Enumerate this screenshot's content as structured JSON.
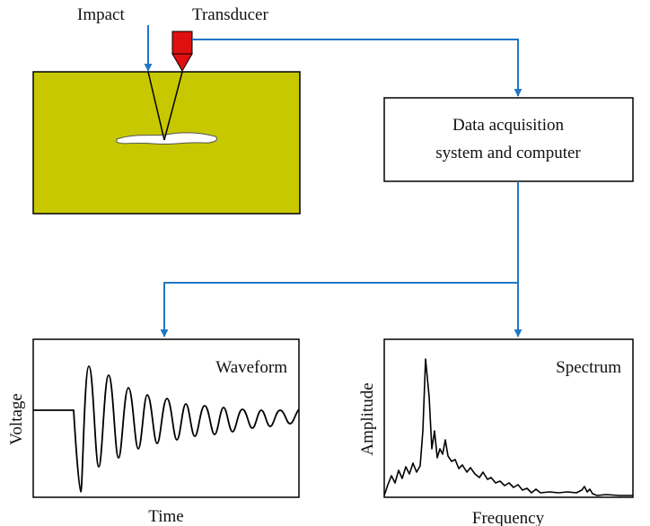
{
  "labels": {
    "impact": "Impact",
    "transducer": "Transducer",
    "daq_line1": "Data acquisition",
    "daq_line2": "system and computer",
    "waveform_title": "Waveform",
    "waveform_ylabel": "Voltage",
    "waveform_xlabel": "Time",
    "spectrum_title": "Spectrum",
    "spectrum_ylabel": "Amplitude",
    "spectrum_xlabel": "Frequency"
  },
  "colors": {
    "specimen": "#c8c800",
    "transducer": "#e01010",
    "arrow": "#1f77c4",
    "line": "#000000"
  }
}
